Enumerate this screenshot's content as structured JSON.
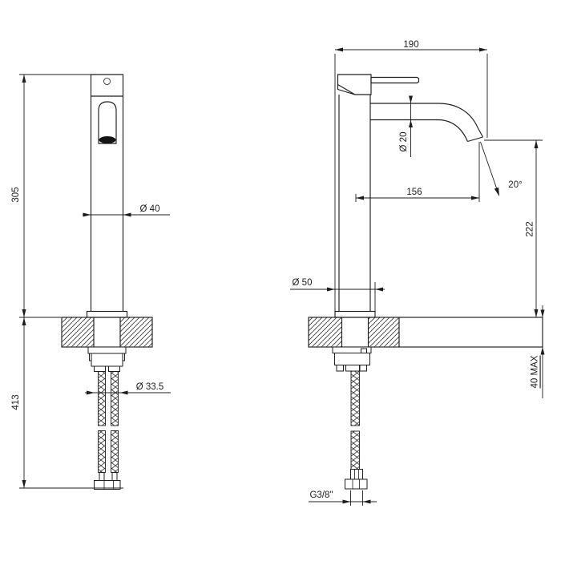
{
  "drawing": {
    "ink_color": "#1d1d1d",
    "background_color": "#ffffff"
  },
  "labels": {
    "height_above_deck": "305",
    "below_deck_length": "413",
    "body_diameter": "Ø 40",
    "shank_diameter": "Ø 33.5",
    "overall_depth": "190",
    "spout_tube_diameter": "Ø 20",
    "spout_projection": "156",
    "flow_angle": "20°",
    "spout_height_above_deck": "222",
    "base_diameter": "Ø 50",
    "deck_thickness_max": "40 MAX",
    "supply_thread": "G3/8\""
  }
}
